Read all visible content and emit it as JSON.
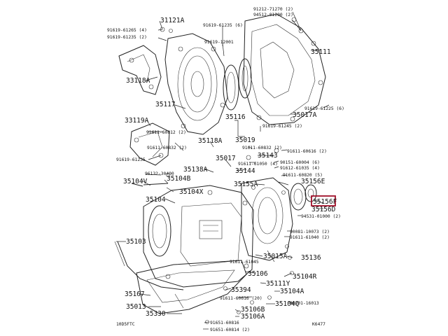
{
  "labels": {
    "p_91212_71270": "91212-71270 (2)",
    "p_94512_01200": "94512-01200 (2)",
    "p_31121A": "31121A",
    "p_91619_61265": "91619-61265 (4)",
    "p_91619_61235_2": "91619-61235 (2)",
    "p_91619_61235_6": "91619-61235 (6)",
    "p_91619_12001": "91619-12001",
    "p_35111": "35111",
    "p_33118A": "33118A",
    "p_35117": "35117",
    "p_35116": "35116",
    "p_35017A": "35017A",
    "p_91619_61225": "91619-61225 (6)",
    "p_33119A": "33119A",
    "p_91611_60812_2": "91611-60812 (2)",
    "p_91619_61245": "91619-61245 (2)",
    "p_91611_60832": "91611-60832 (2)",
    "p_35118A": "35118A",
    "p_35019": "35019",
    "p_91611_60832_b": "91611-60832 (2)",
    "p_91611_60616": "91611-60616 (2)",
    "p_91619_61235_b": "91619-61235",
    "p_35017": "35017",
    "p_35143": "35143",
    "p_90151_60004": "90151-60004 (6)",
    "p_91611_61050": "91611-61050 (4)",
    "p_91612_61035": "91612-61035 (4)",
    "p_35138A": "35138A",
    "p_35144": "35144",
    "p_91611_60820": "91611-60820 (5)",
    "p_35104B": "35104B",
    "p_96132_30400": "96132-30400",
    "p_35155A": "35155A",
    "p_35156E": "35156E",
    "p_35104V": "35104V",
    "p_35156F": "35156F",
    "p_35104X": "35104X",
    "p_35156D": "35156D",
    "p_35104": "35104",
    "p_94531_01000": "94531-01000 (2)",
    "p_90081_10073": "90081-10073 (2)",
    "p_35103": "35103",
    "p_91611_61040": "91611-61040 (2)",
    "p_91611_61045": "91611-61045",
    "p_35015A": "35015A",
    "p_35136": "35136",
    "p_35106": "35106",
    "p_35104R": "35104R",
    "p_35111Y": "35111Y",
    "p_35167": "35167",
    "p_35394": "35394",
    "p_35104A": "35104A",
    "p_91611_60616_20": "91611-60616 (20)",
    "p_35104Q": "35104Q",
    "p_35013": "35013",
    "p_90201_16013": "90201-16013",
    "p_35330": "35330",
    "p_35106B": "35106B",
    "p_35106A": "35106A",
    "p_91651_60816": "91651-60816",
    "p_91651_60814": "91651-60814 (2)",
    "corner_left": "10D5FTC",
    "corner_right": "K6477"
  },
  "highlight": {
    "part": "35156F",
    "color": "#a0102a"
  }
}
